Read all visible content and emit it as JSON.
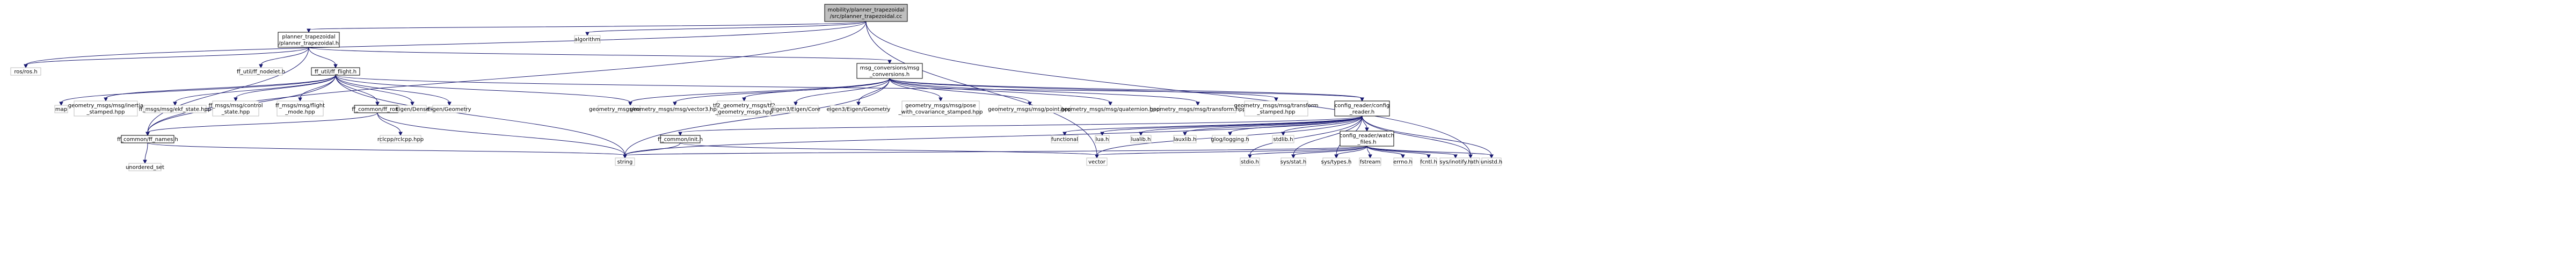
{
  "diagram": {
    "nodes": [
      {
        "id": "root",
        "lines": [
          "mobility/planner_trapezoidal",
          "/src/planner_trapezoidal.cc"
        ],
        "kind": "root"
      },
      {
        "id": "pth",
        "lines": [
          "planner_trapezoidal",
          "/planner_trapezoidal.h"
        ],
        "kind": "hdr"
      },
      {
        "id": "algorithm",
        "lines": [
          "algorithm"
        ],
        "kind": "leaf"
      },
      {
        "id": "rosh",
        "lines": [
          "ros/ros.h"
        ],
        "kind": "leaf"
      },
      {
        "id": "ffnodelet",
        "lines": [
          "ff_util/ff_nodelet.h"
        ],
        "kind": "leaf"
      },
      {
        "id": "ffflight",
        "lines": [
          "ff_util/ff_flight.h"
        ],
        "kind": "hdr"
      },
      {
        "id": "msgconv",
        "lines": [
          "msg_conversions/msg",
          "_conversions.h"
        ],
        "kind": "hdr"
      },
      {
        "id": "cmath",
        "lines": [
          "cmath"
        ],
        "kind": "leaf"
      },
      {
        "id": "map",
        "lines": [
          "map"
        ],
        "kind": "leaf"
      },
      {
        "id": "inertia",
        "lines": [
          "geometry_msgs/msg/inertia",
          "_stamped.hpp"
        ],
        "kind": "leaf"
      },
      {
        "id": "ekf",
        "lines": [
          "ff_msgs/msg/ekf_state.hpp"
        ],
        "kind": "leaf"
      },
      {
        "id": "control",
        "lines": [
          "ff_msgs/msg/control",
          "_state.hpp"
        ],
        "kind": "leaf"
      },
      {
        "id": "flightmode",
        "lines": [
          "ff_msgs/msg/flight",
          "_mode.hpp"
        ],
        "kind": "leaf"
      },
      {
        "id": "ffros",
        "lines": [
          "ff_common/ff_ros.h"
        ],
        "kind": "hdr"
      },
      {
        "id": "eigdense",
        "lines": [
          "Eigen/Dense"
        ],
        "kind": "leaf"
      },
      {
        "id": "eiggeo",
        "lines": [
          "Eigen/Geometry"
        ],
        "kind": "leaf"
      },
      {
        "id": "pose",
        "lines": [
          "geometry_msgs/msg/pose.hpp"
        ],
        "kind": "leaf"
      },
      {
        "id": "vector3",
        "lines": [
          "geometry_msgs/msg/vector3.hpp"
        ],
        "kind": "leaf"
      },
      {
        "id": "tf2",
        "lines": [
          "tf2_geometry_msgs/tf2",
          "_geometry_msgs.hpp"
        ],
        "kind": "leaf"
      },
      {
        "id": "eigcore",
        "lines": [
          "eigen3/Eigen/Core"
        ],
        "kind": "leaf"
      },
      {
        "id": "eig3geo",
        "lines": [
          "eigen3/Eigen/Geometry"
        ],
        "kind": "leaf"
      },
      {
        "id": "posecov",
        "lines": [
          "geometry_msgs/msg/pose",
          "_with_covariance_stamped.hpp"
        ],
        "kind": "leaf"
      },
      {
        "id": "point",
        "lines": [
          "geometry_msgs/msg/point.hpp"
        ],
        "kind": "leaf"
      },
      {
        "id": "quat",
        "lines": [
          "geometry_msgs/msg/quaternion.hpp"
        ],
        "kind": "leaf"
      },
      {
        "id": "transform",
        "lines": [
          "geometry_msgs/msg/transform.hpp"
        ],
        "kind": "leaf"
      },
      {
        "id": "tfstamped",
        "lines": [
          "geometry_msgs/msg/transform",
          "_stamped.hpp"
        ],
        "kind": "leaf"
      },
      {
        "id": "config",
        "lines": [
          "config_reader/config",
          "_reader.h"
        ],
        "kind": "hdr"
      },
      {
        "id": "ffnames",
        "lines": [
          "ff_common/ff_names.h"
        ],
        "kind": "hdr"
      },
      {
        "id": "rclcpp",
        "lines": [
          "rclcpp/rclcpp.hpp"
        ],
        "kind": "leaf"
      },
      {
        "id": "init",
        "lines": [
          "ff_common/init.h"
        ],
        "kind": "hdr"
      },
      {
        "id": "functional",
        "lines": [
          "functional"
        ],
        "kind": "leaf"
      },
      {
        "id": "luah",
        "lines": [
          "lua.h"
        ],
        "kind": "leaf"
      },
      {
        "id": "lualib",
        "lines": [
          "lualib.h"
        ],
        "kind": "leaf"
      },
      {
        "id": "lauxlib",
        "lines": [
          "lauxlib.h"
        ],
        "kind": "leaf"
      },
      {
        "id": "glog",
        "lines": [
          "glog/logging.h"
        ],
        "kind": "leaf"
      },
      {
        "id": "stdlib",
        "lines": [
          "stdlib.h"
        ],
        "kind": "leaf"
      },
      {
        "id": "watch",
        "lines": [
          "config_reader/watch",
          "_files.h"
        ],
        "kind": "hdr"
      },
      {
        "id": "unordset",
        "lines": [
          "unordered_set"
        ],
        "kind": "leaf"
      },
      {
        "id": "string",
        "lines": [
          "string"
        ],
        "kind": "leaf"
      },
      {
        "id": "vector",
        "lines": [
          "vector"
        ],
        "kind": "leaf"
      },
      {
        "id": "stdio",
        "lines": [
          "stdio.h"
        ],
        "kind": "leaf"
      },
      {
        "id": "sysstat",
        "lines": [
          "sys/stat.h"
        ],
        "kind": "leaf"
      },
      {
        "id": "systypes",
        "lines": [
          "sys/types.h"
        ],
        "kind": "leaf"
      },
      {
        "id": "fstream",
        "lines": [
          "fstream"
        ],
        "kind": "leaf"
      },
      {
        "id": "errno",
        "lines": [
          "errno.h"
        ],
        "kind": "leaf"
      },
      {
        "id": "fcntl",
        "lines": [
          "fcntl.h"
        ],
        "kind": "leaf"
      },
      {
        "id": "inotify",
        "lines": [
          "sys/inotify.h"
        ],
        "kind": "leaf"
      },
      {
        "id": "unistd",
        "lines": [
          "unistd.h"
        ],
        "kind": "leaf"
      }
    ],
    "edges": [
      [
        "root",
        "pth"
      ],
      [
        "root",
        "algorithm"
      ],
      [
        "root",
        "rosh"
      ],
      [
        "root",
        "ffnames"
      ],
      [
        "root",
        "cmath"
      ],
      [
        "root",
        "vector"
      ],
      [
        "pth",
        "rosh"
      ],
      [
        "pth",
        "ffnodelet"
      ],
      [
        "pth",
        "ffflight"
      ],
      [
        "pth",
        "msgconv"
      ],
      [
        "pth",
        "ffnames"
      ],
      [
        "ffflight",
        "map"
      ],
      [
        "ffflight",
        "inertia"
      ],
      [
        "ffflight",
        "ekf"
      ],
      [
        "ffflight",
        "control"
      ],
      [
        "ffflight",
        "flightmode"
      ],
      [
        "ffflight",
        "ffros"
      ],
      [
        "ffflight",
        "eigdense"
      ],
      [
        "ffflight",
        "eiggeo"
      ],
      [
        "ffflight",
        "pose"
      ],
      [
        "ffflight",
        "config"
      ],
      [
        "ffflight",
        "string"
      ],
      [
        "ffflight",
        "ffnames"
      ],
      [
        "msgconv",
        "pose"
      ],
      [
        "msgconv",
        "vector3"
      ],
      [
        "msgconv",
        "tf2"
      ],
      [
        "msgconv",
        "eigcore"
      ],
      [
        "msgconv",
        "eig3geo"
      ],
      [
        "msgconv",
        "posecov"
      ],
      [
        "msgconv",
        "point"
      ],
      [
        "msgconv",
        "quat"
      ],
      [
        "msgconv",
        "transform"
      ],
      [
        "msgconv",
        "tfstamped"
      ],
      [
        "msgconv",
        "config"
      ],
      [
        "msgconv",
        "string"
      ],
      [
        "ffros",
        "rclcpp"
      ],
      [
        "ffros",
        "ffnames"
      ],
      [
        "ffros",
        "string"
      ],
      [
        "ffnames",
        "unordset"
      ],
      [
        "ffnames",
        "string"
      ],
      [
        "config",
        "init"
      ],
      [
        "config",
        "functional"
      ],
      [
        "config",
        "luah"
      ],
      [
        "config",
        "lualib"
      ],
      [
        "config",
        "lauxlib"
      ],
      [
        "config",
        "glog"
      ],
      [
        "config",
        "stdlib"
      ],
      [
        "config",
        "watch"
      ],
      [
        "config",
        "string"
      ],
      [
        "config",
        "vector"
      ],
      [
        "config",
        "stdio"
      ],
      [
        "config",
        "sysstat"
      ],
      [
        "config",
        "systypes"
      ],
      [
        "config",
        "cmath"
      ],
      [
        "config",
        "unistd"
      ],
      [
        "init",
        "string"
      ],
      [
        "init",
        "vector"
      ],
      [
        "watch",
        "string"
      ],
      [
        "watch",
        "vector"
      ],
      [
        "watch",
        "stdio"
      ],
      [
        "watch",
        "sysstat"
      ],
      [
        "watch",
        "systypes"
      ],
      [
        "watch",
        "fstream"
      ],
      [
        "watch",
        "errno"
      ],
      [
        "watch",
        "fcntl"
      ],
      [
        "watch",
        "inotify"
      ],
      [
        "watch",
        "unistd"
      ]
    ]
  }
}
